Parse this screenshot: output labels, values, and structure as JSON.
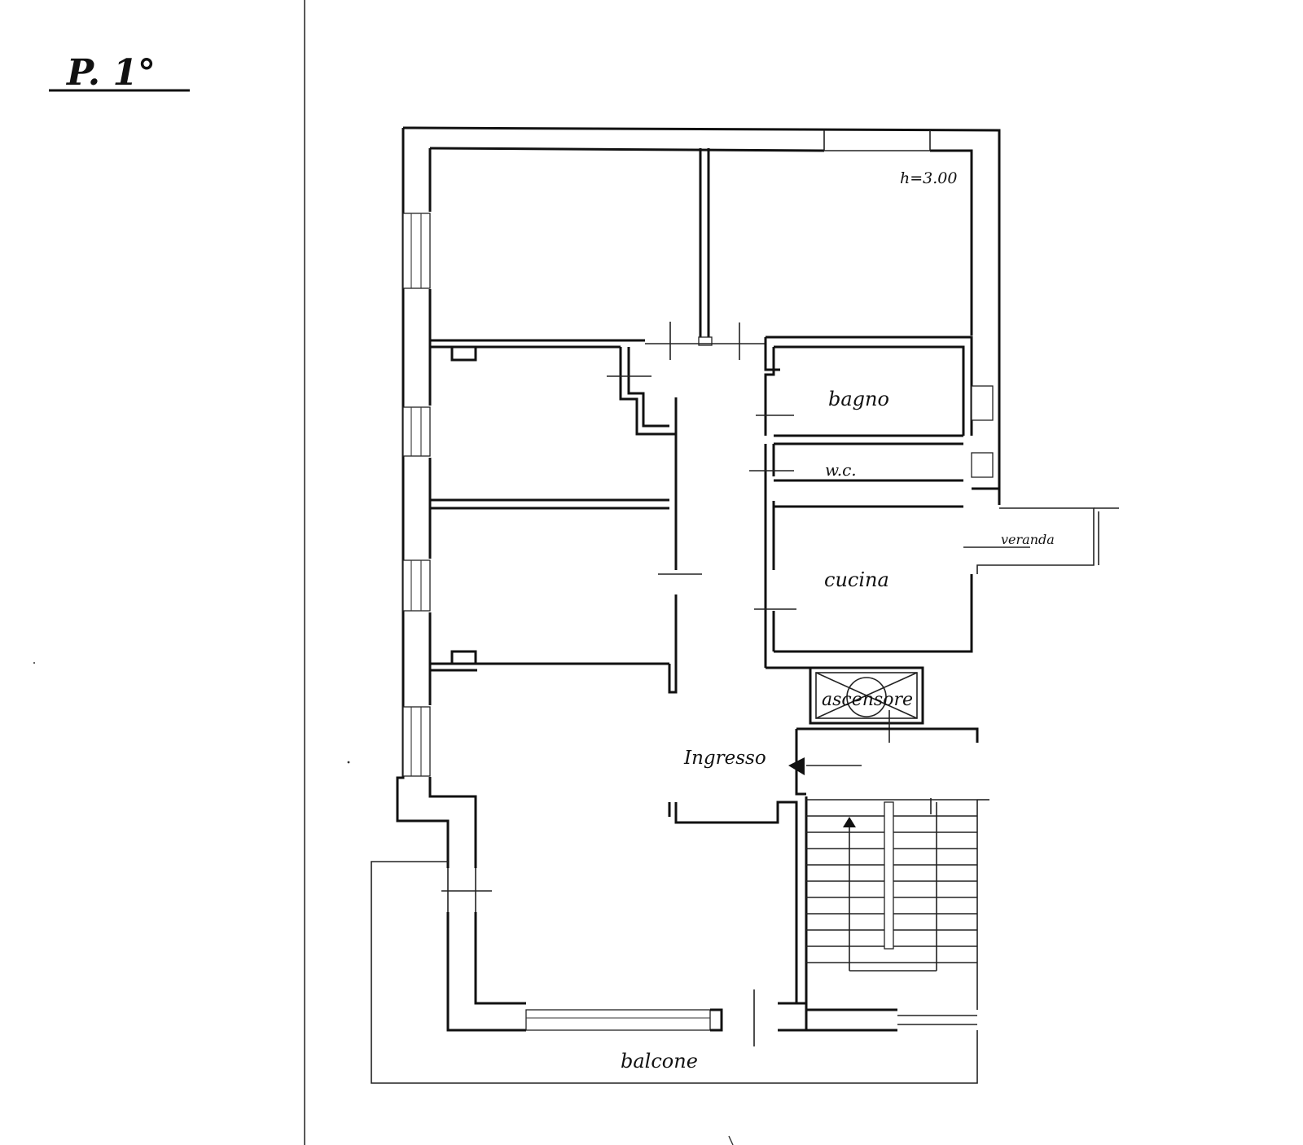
{
  "title": "P. 1°",
  "height_note": "h=3.00",
  "rooms": {
    "bagno": "bagno",
    "wc": "w.c.",
    "cucina": "cucina",
    "veranda": "veranda",
    "ascensore": "ascensore",
    "ingresso": "Ingresso",
    "balcone": "balcone"
  },
  "colors": {
    "ink": "#111111",
    "paper": "#ffffff"
  }
}
